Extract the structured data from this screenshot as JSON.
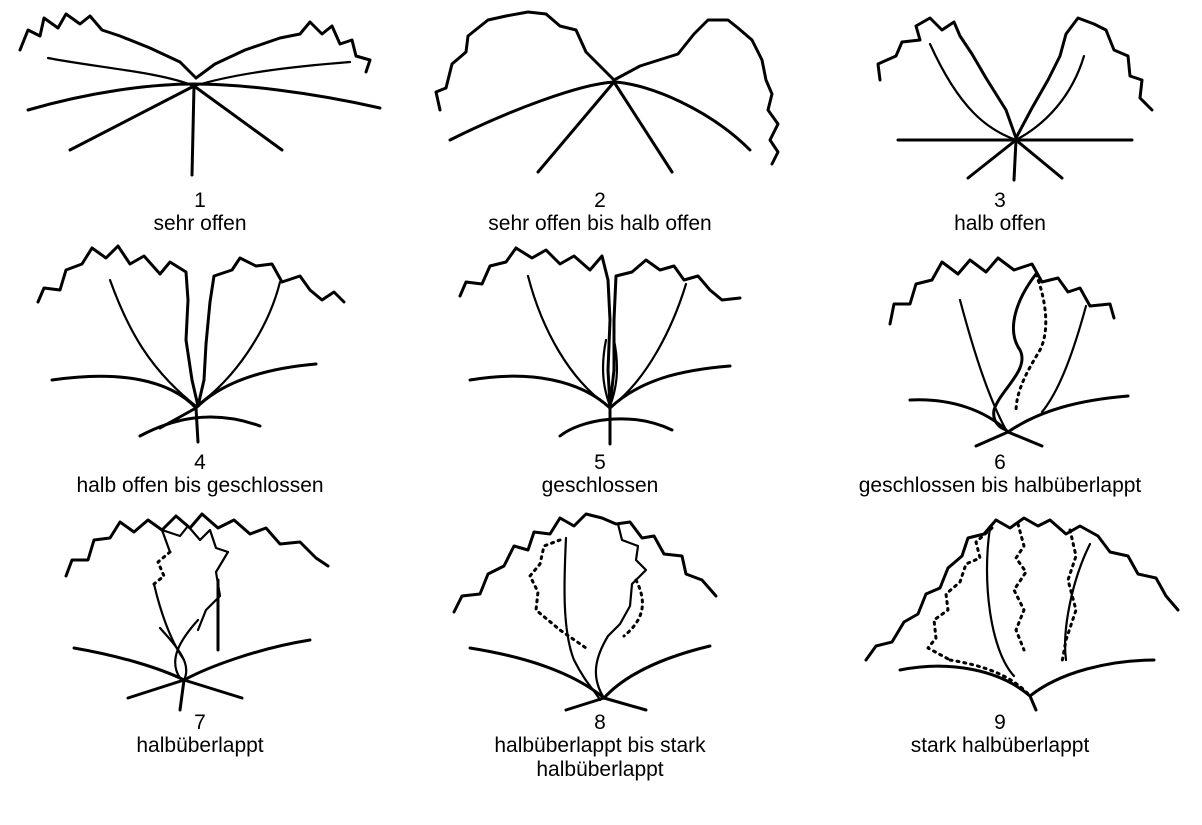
{
  "figure": {
    "items": [
      {
        "number": "1",
        "label": "sehr offen"
      },
      {
        "number": "2",
        "label": "sehr offen bis halb offen"
      },
      {
        "number": "3",
        "label": "halb offen"
      },
      {
        "number": "4",
        "label": "halb offen bis geschlossen"
      },
      {
        "number": "5",
        "label": "geschlossen"
      },
      {
        "number": "6",
        "label": "geschlossen bis halbüberlappt"
      },
      {
        "number": "7",
        "label": "halbüberlappt"
      },
      {
        "number": "8",
        "label": "halbüberlappt bis stark halbüberlappt"
      },
      {
        "number": "9",
        "label": "stark halbüberlappt"
      }
    ]
  }
}
